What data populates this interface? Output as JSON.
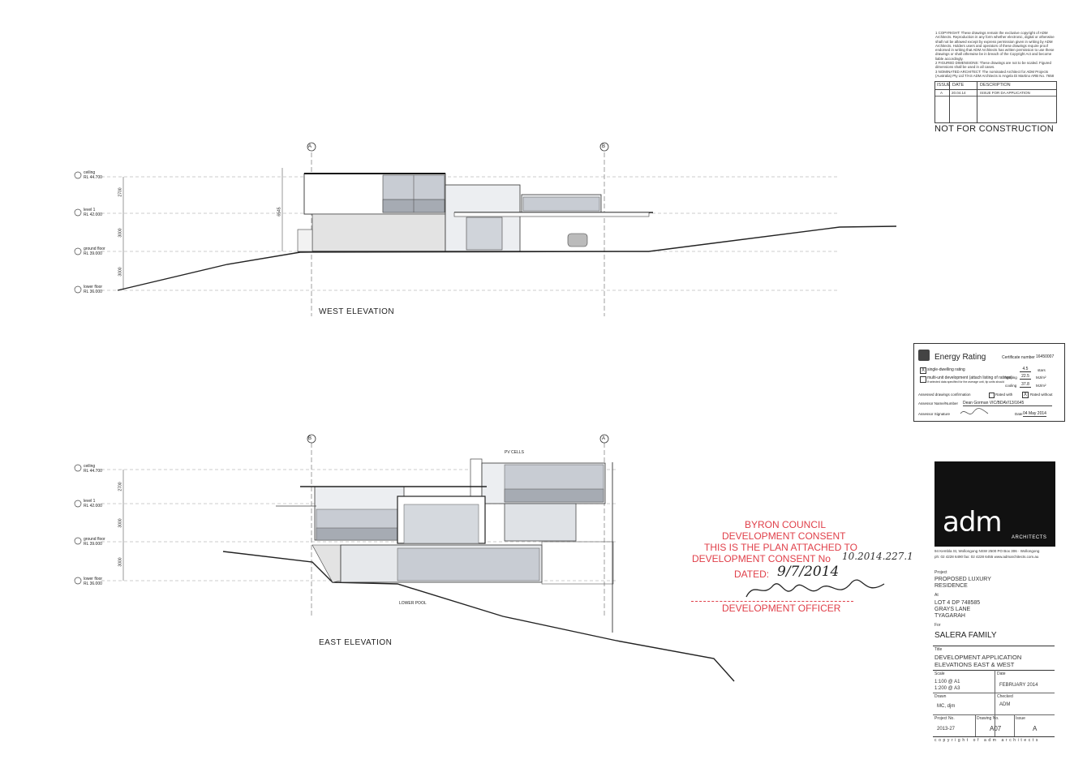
{
  "copyright_notes": [
    "1 COPYRIGHT: These drawings remain the exclusive copyright of ADM Architects. Reproduction in any form whether electronic, digital or otherwise shall not be allowed except by express permission given in writing by ADM Architects. Holders users and operators of these drawings require proof endorsed in writing that ADM Architects has written permission to use these drawings or shall otherwise be in breach of the Copyright Act and become liable accordingly.",
    "2 FIGURED DIMENSIONS: These drawings are not to be scaled. Figured dimensions shall be used in all cases.",
    "3 NOMINATED ARCHITECT: The nominated Architect for ADM Projects (Australia) Pty Ltd T/AS ADM Architects is Angela Di Martino ARB No. 7658"
  ],
  "issue_table": {
    "headers": [
      "ISSUE",
      "DATE",
      "DESCRIPTION"
    ],
    "rows": [
      [
        "A",
        "20.04.14",
        "ISSUE FOR DA APPLICATION"
      ]
    ]
  },
  "not_for_construction": "NOT FOR CONSTRUCTION",
  "west": {
    "title": "WEST ELEVATION",
    "grid": [
      "A",
      "B"
    ],
    "levels": [
      {
        "name": "ceiling",
        "rl": "RL 44.700"
      },
      {
        "name": "level 1",
        "rl": "RL 42.000"
      },
      {
        "name": "ground floor",
        "rl": "RL 39.000"
      },
      {
        "name": "lower floor",
        "rl": "RL 36.000"
      }
    ],
    "dims": [
      "2700",
      "3000",
      "3000",
      "6545"
    ]
  },
  "east": {
    "title": "EAST ELEVATION",
    "grid": [
      "B",
      "A"
    ],
    "pv_label": "PV CELLS",
    "pool_label": "LOWER POOL",
    "levels": [
      {
        "name": "ceiling",
        "rl": "RL 44.700"
      },
      {
        "name": "level 1",
        "rl": "RL 42.000"
      },
      {
        "name": "ground floor",
        "rl": "RL 39.000"
      },
      {
        "name": "lower floor",
        "rl": "RL 36.000"
      }
    ],
    "dims": [
      "2700",
      "3000",
      "3000"
    ]
  },
  "energy": {
    "title": "Energy Rating",
    "cert_label": "Certificate number",
    "cert_no": "16450007",
    "single": "single-dwelling rating",
    "single_checked": "X",
    "stars": "4.5",
    "stars_unit": "stars",
    "multi": "multi-unit development (attach listing of ratings)",
    "multi_note": "If selected data specified for the average unit, tip units should",
    "heating_label": "heating",
    "heating": "22.5",
    "heating_unit": "MJ/m²",
    "cooling_label": "cooling",
    "cooling": "37.8",
    "cooling_unit": "MJ/m²",
    "assessed_label": "Assessed drawings confirmation",
    "rated_with": "Rated with",
    "rated_without": "Rated without",
    "rated_without_checked": "X",
    "assessor_label": "Assessor Name/Number",
    "assessor": "Dean Gorman  VIC/BDAV/13/1645",
    "signature_label": "Assessor Signature",
    "date_label": "Date",
    "date": "04 May 2014"
  },
  "stamp": {
    "line1": "BYRON COUNCIL",
    "line2": "DEVELOPMENT CONSENT",
    "line3": "THIS IS THE PLAN ATTACHED TO",
    "line4": "DEVELOPMENT CONSENT No",
    "consent_no": "10.2014.227.1",
    "dated_label": "DATED:",
    "dated": "9/7/2014",
    "line6": "DEVELOPMENT OFFICER"
  },
  "logo": {
    "mark": "adm",
    "sub": "ARCHITECTS",
    "address": "94 Kembla St, Wollongong NSW 2500 PO Box 306 · Wollongong",
    "contact": "ph: 02 4228 6490  fax: 02 4228 6455  www.admarchitects.com.au"
  },
  "title_block": {
    "project_label": "Project",
    "project": "PROPOSED LUXURY RESIDENCE",
    "at_label": "At",
    "lot": "LOT 4  DP 748585",
    "road": "GRAYS LANE",
    "town": "TYAGARAH",
    "for_label": "For",
    "client": "SALERA FAMILY",
    "title_label": "Title",
    "title1": "DEVELOPMENT APPLICATION",
    "title2": "ELEVATIONS EAST & WEST",
    "scale_label": "Scale",
    "scale1": "1:100 @ A1",
    "scale2": "1:200 @ A3",
    "date_label": "Date",
    "date": "FEBRUARY 2014",
    "drawn_label": "Drawn",
    "drawn": "MC, djm",
    "checked_label": "Checked",
    "checked": "ADM",
    "projno_label": "Project No.",
    "projno": "2013-27",
    "drawno_label": "Drawing No.",
    "drawno": "A07",
    "issue_label": "Issue",
    "issue": "A",
    "footer": "copyright of adm architects"
  }
}
